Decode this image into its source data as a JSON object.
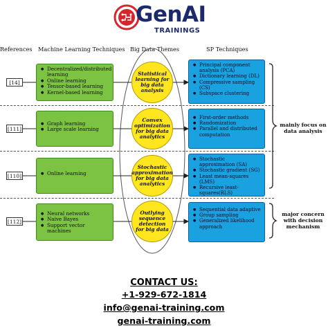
{
  "brand": {
    "name": "GenAI",
    "tagline": "TRAININGS",
    "icon": "brain-circuit-icon",
    "colors": {
      "navy": "#1c2a6b",
      "red": "#d6252d"
    }
  },
  "headers": {
    "references": "References",
    "ml": "Machine Learning Techniques",
    "themes": "Big Data Themes",
    "sp": "SP Techniques"
  },
  "rows": [
    {
      "ref": "[14]",
      "ml": [
        "Decentralized/distributed learning",
        "Online learning",
        "Tensor-based learning",
        "Kernel-based learning"
      ],
      "theme": "Statistical learning for big data analysis",
      "sp": [
        "Principal component analysis (PCA)",
        "Dictionary learning (DL)",
        "Compressive sampling (CS)",
        "Subspace clustering"
      ]
    },
    {
      "ref": "[111]",
      "ml": [
        "Graph learning",
        "Large scale learning"
      ],
      "theme": "Convex optimization for big data analytics",
      "sp": [
        "First-order methods",
        "Randomization",
        "Parallel and distributed computation"
      ]
    },
    {
      "ref": "[110]",
      "ml": [
        "Online learning"
      ],
      "theme": "Stochastic approximation for big data analytics",
      "sp": [
        "Stochastic approximation (SA)",
        "Stochastic gradient (SG)",
        "Least mean-squares (LMS)",
        "Recursive least-squares(RLS)"
      ]
    },
    {
      "ref": "[112]",
      "ml": [
        "Neural networks",
        "Naive Bayes",
        "Support vector machines"
      ],
      "theme": "Outlying sequence detection for big data",
      "sp": [
        "Sequential data adaptive",
        "Group sampling",
        "Generalized likelihood approach"
      ]
    }
  ],
  "notes": {
    "analysis": "mainly focus on data analysis",
    "decision": "major concern with decision mechanism"
  },
  "contact": {
    "title": "CONTACT US:",
    "phone": "+1-929-672-1814",
    "email": "info@genai-training.com",
    "website": "genai-training.com"
  }
}
